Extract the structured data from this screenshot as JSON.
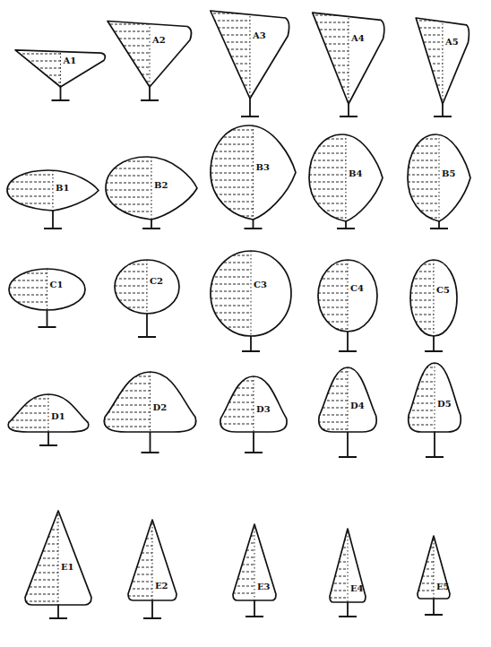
{
  "diagram": {
    "nodes": [
      {
        "text": [
          "A1"
        ]
      },
      {
        "text": [
          "A2"
        ]
      },
      {
        "text": [
          "A3"
        ]
      },
      {
        "text": [
          "A4"
        ]
      },
      {
        "text": [
          "A5"
        ]
      },
      {
        "text": [
          "B1"
        ]
      },
      {
        "text": [
          "B2"
        ]
      },
      {
        "text": [
          "B3"
        ]
      },
      {
        "text": [
          "B4"
        ]
      },
      {
        "text": [
          "B5"
        ]
      },
      {
        "text": [
          "C1"
        ]
      },
      {
        "text": [
          "C2"
        ]
      },
      {
        "text": [
          "C3"
        ]
      },
      {
        "text": [
          "C4"
        ]
      },
      {
        "text": [
          "C5"
        ]
      },
      {
        "text": [
          "D1"
        ]
      },
      {
        "text": [
          "D2"
        ]
      },
      {
        "text": [
          "D3"
        ]
      },
      {
        "text": [
          "D4"
        ]
      },
      {
        "text": [
          "D5"
        ]
      },
      {
        "text": [
          "E1"
        ]
      },
      {
        "text": [
          "E2"
        ]
      },
      {
        "text": [
          "E3"
        ]
      },
      {
        "text": [
          "E4"
        ]
      },
      {
        "text": [
          "E5"
        ]
      }
    ]
  }
}
